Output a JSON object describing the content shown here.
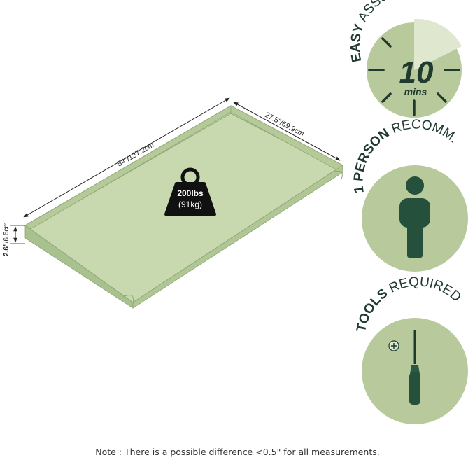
{
  "dimensions": {
    "width_in": "54\"",
    "width_cm": "/137.2cm",
    "depth_in": "27.5\"",
    "depth_cm": "/69.9cm",
    "height_in": "2.6\"",
    "height_cm": "/6.6cm"
  },
  "weight": {
    "lbs": "200lbs",
    "kg": "(91kg)"
  },
  "badges": {
    "assembly": {
      "bold": "EASY",
      "rest": " ASSEMBLY",
      "number": "10",
      "unit": "mins"
    },
    "person": {
      "bold": "1 PERSON",
      "rest": " RECOMM."
    },
    "tools": {
      "bold": "TOOLS",
      "rest": " REQUIRED"
    }
  },
  "icons": [
    "kettlebell-weight-icon",
    "timer-icon",
    "person-icon",
    "screwdriver-icon",
    "phillips-head-icon"
  ],
  "colors": {
    "board": "#c8d9b0",
    "board_edge": "#a9c08f",
    "circle": "#b8c99b",
    "circle_light": "#dfe8cf",
    "dark_green": "#1f4a37",
    "text_dark": "#1f3a2e"
  },
  "footer": {
    "note": "Note : There is a possible difference <0.5\" for all measurements."
  }
}
